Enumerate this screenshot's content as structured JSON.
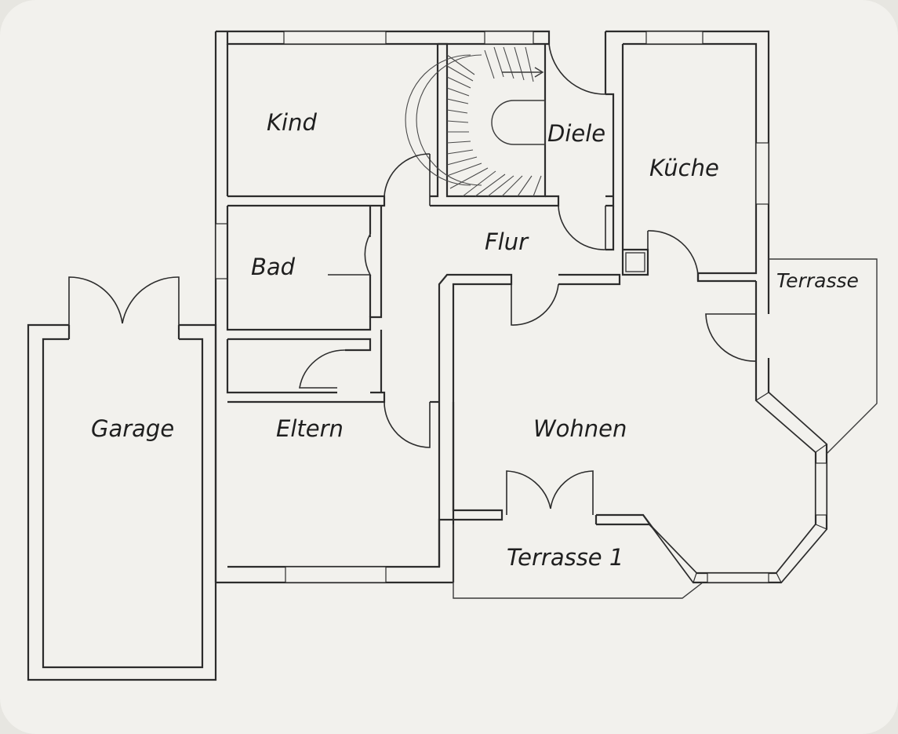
{
  "floor_plan": {
    "rooms": {
      "kind": "Kind",
      "diele": "Diele",
      "kueche": "Küche",
      "bad": "Bad",
      "flur": "Flur",
      "terrasse": "Terrasse",
      "garage": "Garage",
      "eltern": "Eltern",
      "wohnen": "Wohnen",
      "terrasse1": "Terrasse 1"
    }
  }
}
